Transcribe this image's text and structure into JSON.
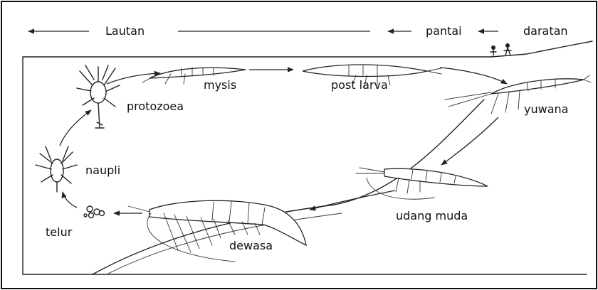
{
  "header": {
    "lautan": "Lautan",
    "pantai": "pantai",
    "daratan": "daratan"
  },
  "stages": {
    "telur": "telur",
    "naupli": "naupli",
    "protozoea": "protozoea",
    "mysis": "mysis",
    "post_larva": "post larva",
    "yuwana": "yuwana",
    "udang_muda": "udang muda",
    "dewasa": "dewasa"
  }
}
